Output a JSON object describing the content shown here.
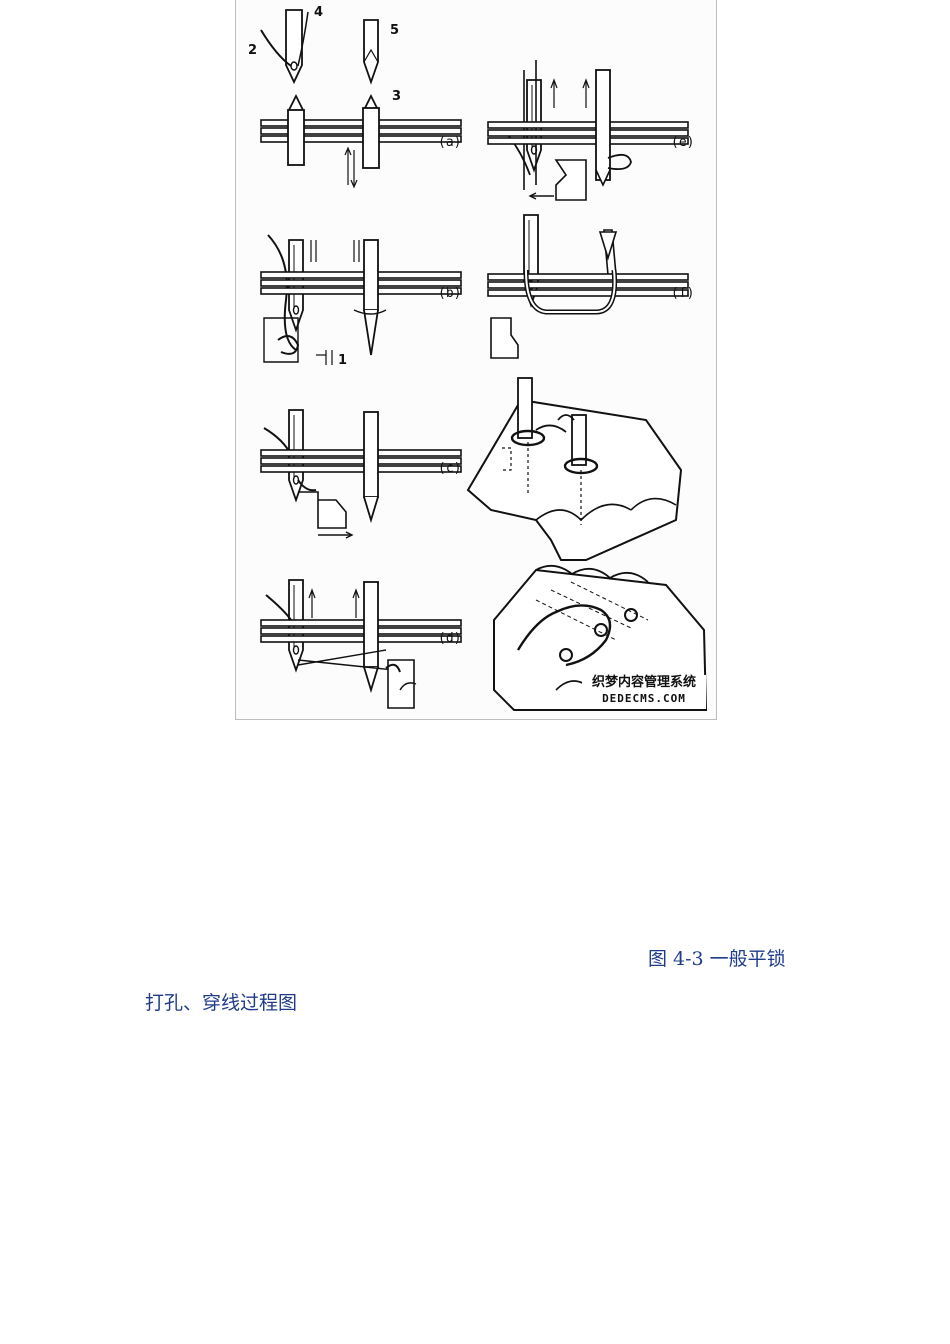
{
  "figure": {
    "part_numbers": [
      "2",
      "4",
      "5",
      "3",
      "1"
    ],
    "panel_labels": [
      "(a)",
      "(b)",
      "(c)",
      "(d)",
      "(e)",
      "(f)"
    ],
    "watermark": {
      "line1": "织梦内容管理系统",
      "line2": "DEDECMS.COM"
    }
  },
  "caption": {
    "line1": "图 4-3  一般平锁",
    "line2": "打孔、穿线过程图"
  }
}
